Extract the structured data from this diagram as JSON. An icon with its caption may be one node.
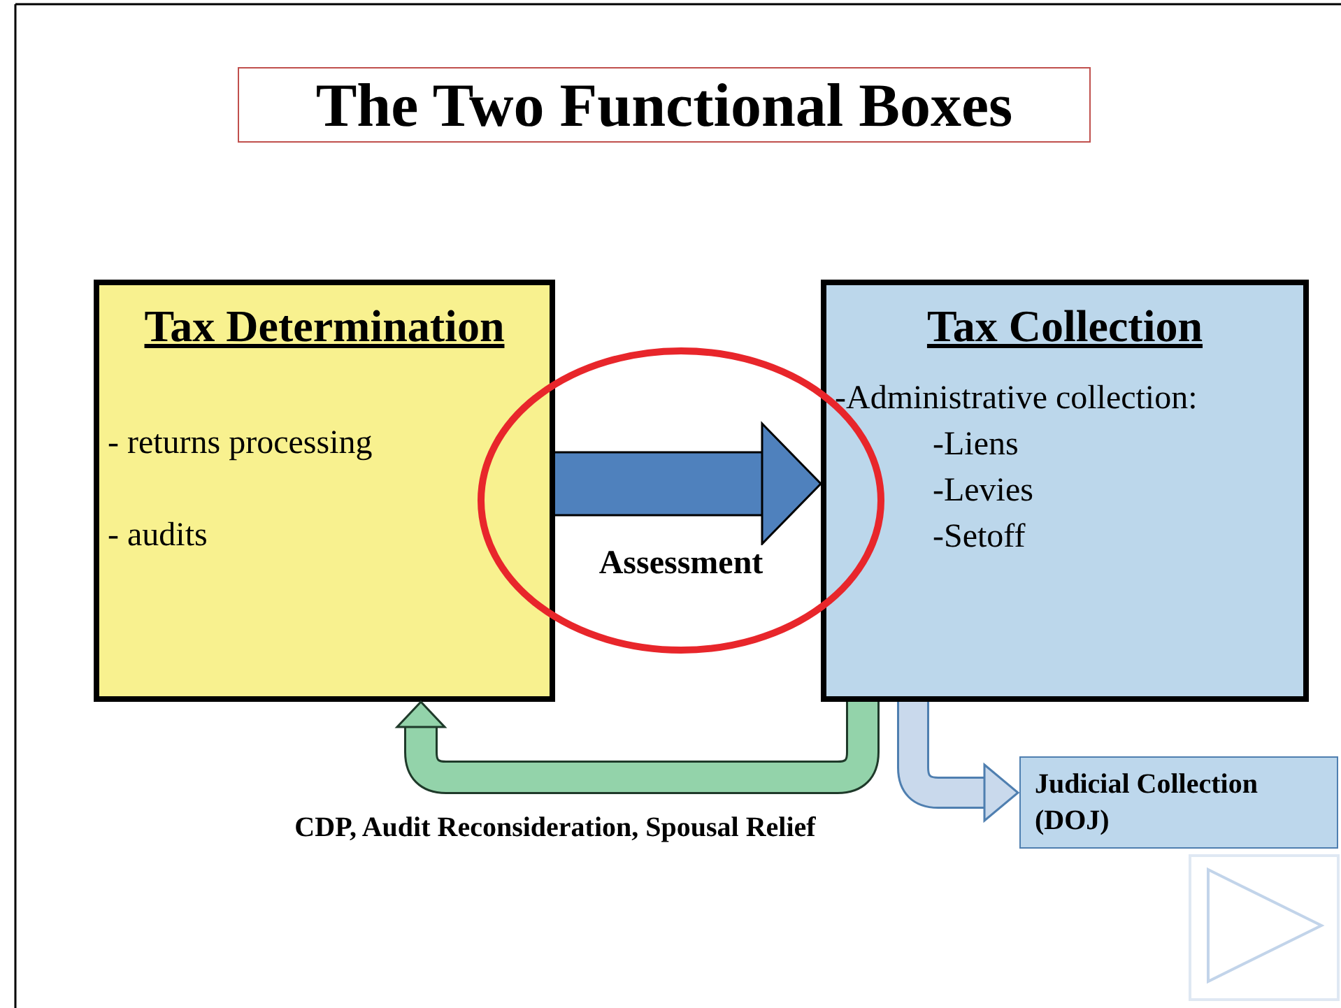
{
  "diagram": {
    "title": "The Two Functional Boxes",
    "nodes": [
      {
        "text": [
          "Tax Determination",
          "- returns processing",
          "- audits"
        ]
      },
      {
        "text": [
          "Tax Collection",
          "-Administrative collection:",
          "-Liens",
          "-Levies",
          "-Setoff"
        ]
      },
      {
        "text": [
          "Judicial Collection (DOJ)"
        ]
      }
    ],
    "edges": [
      {
        "from": 0,
        "to": 1,
        "arrow": "to",
        "label": "Assessment",
        "style": "thick",
        "color": "#4f81bd"
      },
      {
        "from": 1,
        "to": 0,
        "arrow": "to",
        "label": "CDP, Audit Reconsideration, Spousal Relief",
        "color": "#93d3aa"
      },
      {
        "from": 1,
        "to": 2,
        "arrow": "to",
        "color": "#c9d9ec"
      }
    ]
  }
}
